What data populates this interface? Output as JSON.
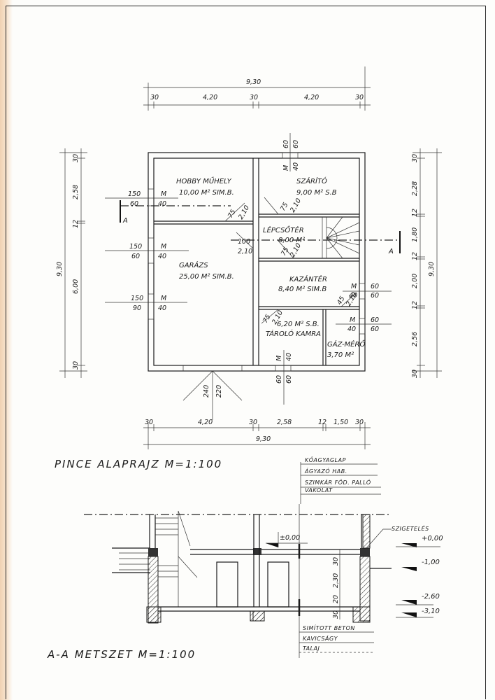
{
  "plan": {
    "title": "PINCE ALAPRAJZ M=1:100",
    "top_dimensions": {
      "total": "9,30",
      "segments": [
        "30",
        "4,20",
        "30",
        "4,20",
        "30"
      ]
    },
    "bottom_dimensions": {
      "total": "9,30",
      "segments": [
        "30",
        "4,20",
        "30",
        "2,58",
        "12",
        "1,50",
        "30"
      ]
    },
    "left_dimensions": {
      "total": "9,30",
      "segments": [
        "30",
        "2,58",
        "12",
        "6,00",
        "30"
      ]
    },
    "right_dimensions": {
      "total": "9,30",
      "segments": [
        "30",
        "2,28",
        "12",
        "1,80",
        "12",
        "2,00",
        "12",
        "2,56",
        "30"
      ]
    },
    "rooms": [
      {
        "name": "HOBBY MŰHELY",
        "area": "10,00 M² SIM.B."
      },
      {
        "name": "SZÁRÍTÓ",
        "area": "9,00 M² S.B"
      },
      {
        "name": "LÉPCSŐTÉR",
        "area": "8,00 M²"
      },
      {
        "name": "GARÁZS",
        "area": "25,00 M² SIM.B."
      },
      {
        "name": "KAZÁNTÉR",
        "area": "8,40 M² SIM.B"
      },
      {
        "name": "TÁROLÓ KAMRA",
        "area": "6,20 M² S.B."
      },
      {
        "name": "GÁZ-MÉRŐ",
        "area": "3,70 M²"
      }
    ],
    "window_labels": {
      "left_1": [
        "150",
        "60",
        "M",
        "40"
      ],
      "left_2": [
        "150",
        "60",
        "M",
        "40"
      ],
      "left_3": [
        "150",
        "90",
        "M",
        "40"
      ],
      "top": [
        "60",
        "60",
        "M",
        "40"
      ],
      "right_1": [
        "M",
        "40",
        "60",
        "60"
      ],
      "right_2": [
        "M",
        "40",
        "60",
        "60"
      ],
      "bottom": [
        "60",
        "60",
        "M",
        "40"
      ]
    },
    "door_labels": {
      "hobby": [
        "75",
        "2,10"
      ],
      "szarito": [
        "75",
        "2,10"
      ],
      "lepcso_left": [
        "100",
        "2,10"
      ],
      "lepcso": [
        "75",
        "2,10"
      ],
      "kazan": [
        "45",
        "2,10"
      ],
      "kamra": [
        "75",
        "2,10"
      ],
      "garage": [
        "240",
        "220"
      ]
    },
    "section_marker": "A"
  },
  "section": {
    "title": "A-A METSZET M=1:100",
    "roof_layers": [
      "KŐAGYAGLAP",
      "ÁGYAZÓ HAB.",
      "SZIMKÁR FÖD. PALLÓ",
      "VAKOLAT"
    ],
    "floor_layers": [
      "SIMÍTOTT BETON",
      "KAVICSÁGY",
      "TALAJ"
    ],
    "insulation_label": "SZIGETELÉS",
    "levels": [
      "±0,00",
      "+0,00",
      "-1,00",
      "-2,60",
      "-3,10"
    ],
    "height_dims": [
      "30",
      "2,30",
      "20",
      "30"
    ]
  }
}
